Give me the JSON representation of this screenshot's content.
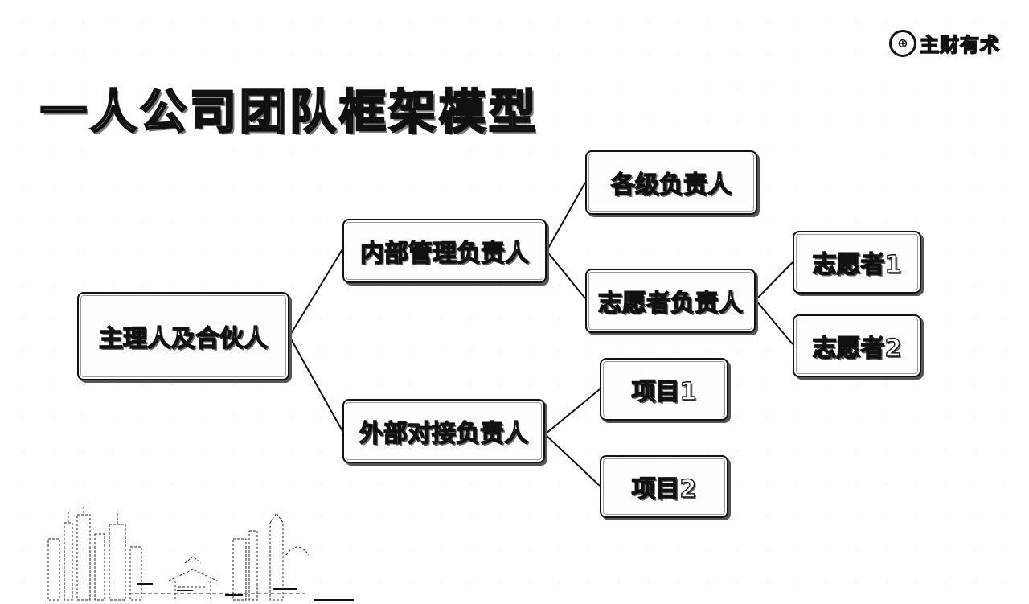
{
  "brand": {
    "icon_glyph": "⊕",
    "text": "主财有术",
    "icon": "circle-logo-icon"
  },
  "title": "一人公司团队框架模型",
  "diagram": {
    "root": "主理人及合伙人",
    "internal": "内部管理负责人",
    "external": "外部对接负责人",
    "leaders": "各级负责人",
    "volunteer_lead": "志愿者负责人",
    "volunteer_1": "志愿者1",
    "volunteer_2": "志愿者2",
    "project_1": "项目1",
    "project_2": "项目2"
  },
  "decoration": {
    "skyline": "city-skyline-sketch"
  },
  "colors": {
    "outline": "#111111",
    "fill": "#ffffff"
  }
}
